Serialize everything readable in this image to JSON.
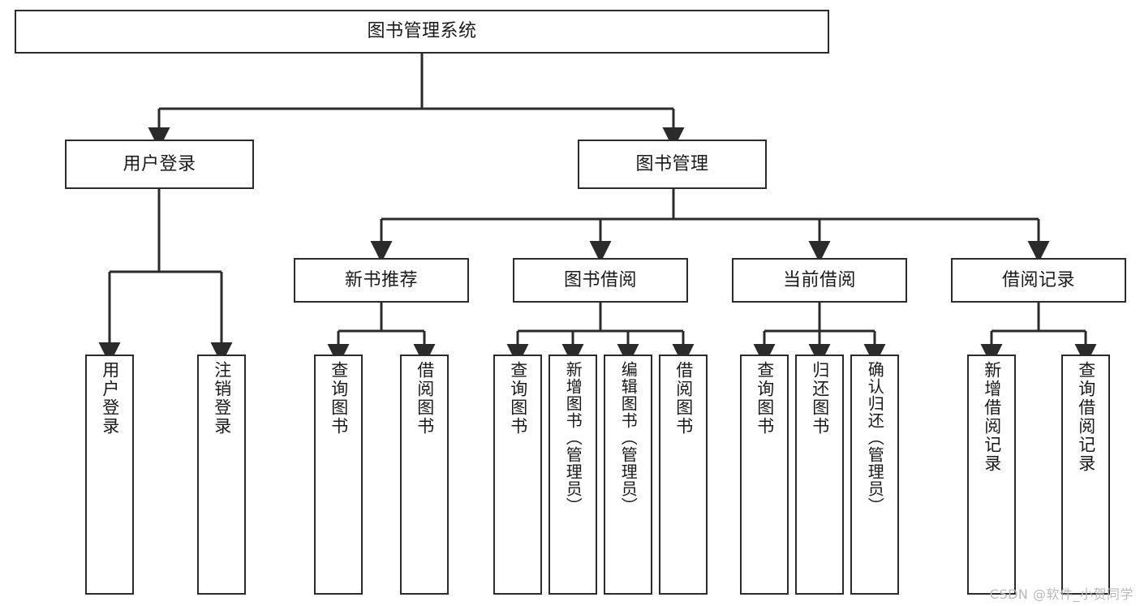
{
  "diagram": {
    "title": "图书管理系统",
    "watermark": "CSDN @软件_小贺同学",
    "line_color": "#2b2b2b",
    "box_fill": "#ffffff",
    "text_color": "#1a1a1a",
    "root": {
      "label": "图书管理系统"
    },
    "level1": [
      {
        "label": "用户登录"
      },
      {
        "label": "图书管理"
      }
    ],
    "level2": [
      {
        "label": "新书推荐"
      },
      {
        "label": "图书借阅"
      },
      {
        "label": "当前借阅"
      },
      {
        "label": "借阅记录"
      }
    ],
    "leaves": {
      "user_login": [
        {
          "label": "用户登录"
        },
        {
          "label": "注销登录"
        }
      ],
      "new_book_recommend": [
        {
          "label": "查询图书"
        },
        {
          "label": "借阅图书"
        }
      ],
      "book_borrow": [
        {
          "label": "查询图书"
        },
        {
          "label": "新增图书（管理员）"
        },
        {
          "label": "编辑图书（管理员）"
        },
        {
          "label": "借阅图书"
        }
      ],
      "current_borrow": [
        {
          "label": "查询图书"
        },
        {
          "label": "归还图书"
        },
        {
          "label": "确认归还（管理员）"
        }
      ],
      "borrow_record": [
        {
          "label": "新增借阅记录"
        },
        {
          "label": "查询借阅记录"
        }
      ]
    }
  }
}
